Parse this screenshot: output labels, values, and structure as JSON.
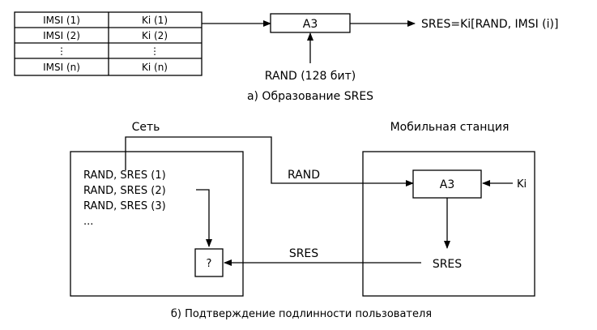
{
  "table": {
    "rows": [
      {
        "imsi": "IMSI (1)",
        "ki": "Ki (1)"
      },
      {
        "imsi": "IMSI (2)",
        "ki": "Ki (2)"
      },
      {
        "imsi": "⋮",
        "ki": "⋮"
      },
      {
        "imsi": "IMSI (n)",
        "ki": "Ki (n)"
      }
    ]
  },
  "part_a": {
    "a3_label": "A3",
    "rand_input": "RAND (128 бит)",
    "output": "SRES=Ki[RAND, IMSI (i)]",
    "caption": "а) Образование SRES"
  },
  "part_b": {
    "network_label": "Сеть",
    "mobile_label": "Мобильная станция",
    "rand_list": [
      "RAND, SRES (1)",
      "RAND, SRES (2)",
      "RAND, SRES (3)",
      "..."
    ],
    "rand_arrow_label": "RAND",
    "a3_label": "A3",
    "ki_label": "Ki",
    "sres_output": "SRES",
    "sres_arrow_label": "SRES",
    "compare_symbol": "?",
    "caption": "б) Подтверждение подлинности пользователя"
  }
}
